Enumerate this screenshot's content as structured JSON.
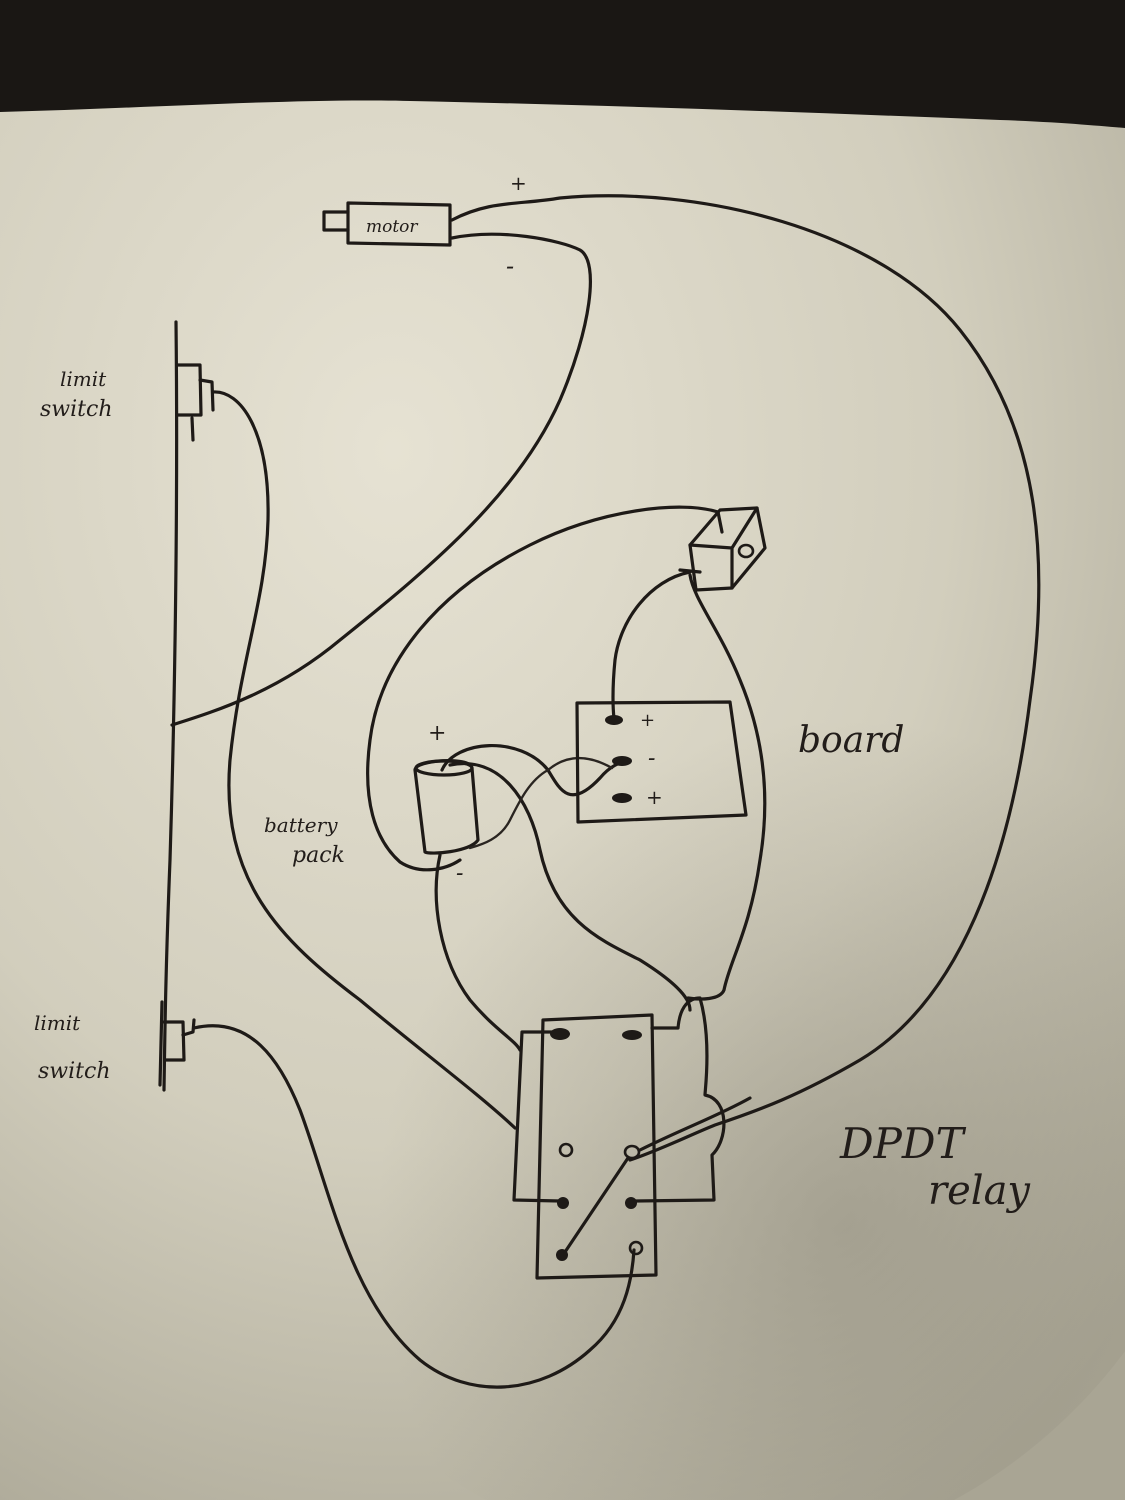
{
  "diagram": {
    "title": "Hand-drawn wiring diagram",
    "colors": {
      "paper_light": "#e3dfd0",
      "paper_shadow": "#a8a493",
      "ink": "#1e1a17",
      "background": "#1a1714"
    },
    "components": {
      "motor": {
        "label": "motor",
        "plus_label": "+",
        "minus_label": "-"
      },
      "limit_switch_top": {
        "label_line1": "limit",
        "label_line2": "switch"
      },
      "limit_switch_bottom": {
        "label_line1": "limit",
        "label_line2": "switch"
      },
      "battery_pack": {
        "label_line1": "battery",
        "label_line2": "pack",
        "plus_label": "+",
        "minus_label": "-"
      },
      "board": {
        "label": "board",
        "terminals": [
          "+",
          "-",
          "+"
        ]
      },
      "switch_block": {
        "label": ""
      },
      "relay": {
        "label_line1": "DPDT",
        "label_line2": "relay",
        "terminal_rows": 4,
        "terminal_cols": 2
      }
    }
  }
}
